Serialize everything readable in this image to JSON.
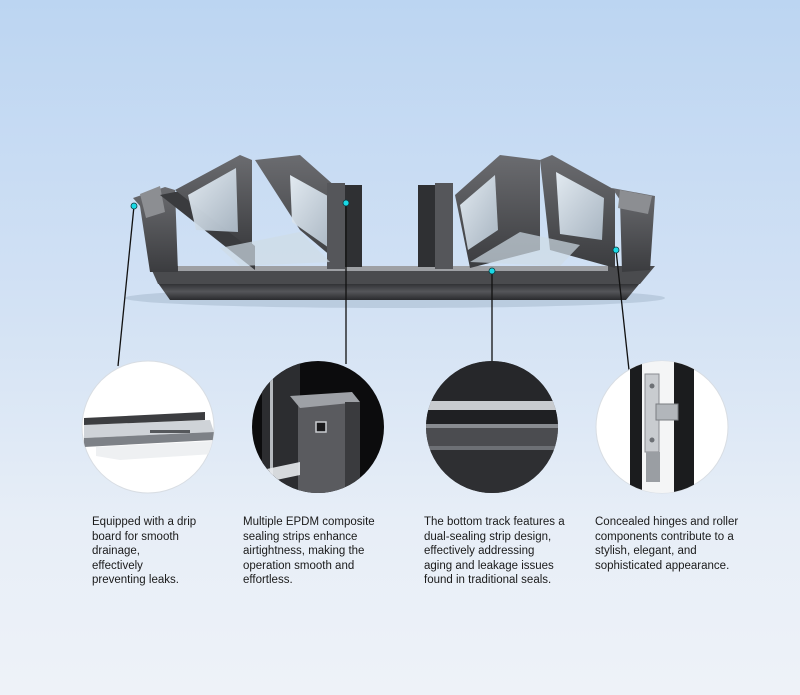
{
  "accent_color": "#19d9e6",
  "frame_color": "#4a4b4e",
  "features": [
    {
      "icon": "drip-board-icon",
      "text": "Equipped with a drip\nboard for smooth\ndrainage,\neffectively\npreventing leaks."
    },
    {
      "icon": "epdm-seal-icon",
      "text": "Multiple EPDM composite\nsealing strips enhance\nairtightness, making the\noperation smooth and\neffortless."
    },
    {
      "icon": "bottom-track-icon",
      "text": "The bottom track features a\ndual-sealing strip design,\n effectively addressing\naging and leakage issues\nfound in traditional seals."
    },
    {
      "icon": "hinge-roller-icon",
      "text": "Concealed hinges and roller\ncomponents contribute to a\nstylish, elegant, and\nsophisticated appearance."
    }
  ]
}
